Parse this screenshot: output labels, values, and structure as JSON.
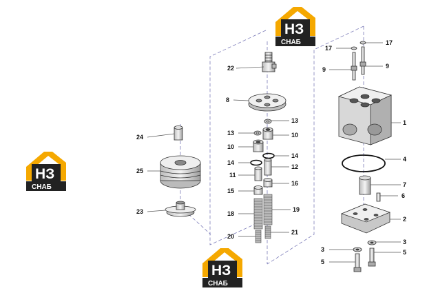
{
  "logo": {
    "letters": "НЗ",
    "subtitle": "СНАБ"
  },
  "callouts": {
    "c1": "1",
    "c2": "2",
    "c3a": "3",
    "c3b": "3",
    "c4": "4",
    "c5a": "5",
    "c5b": "5",
    "c6": "6",
    "c7": "7",
    "c8": "8",
    "c9a": "9",
    "c9b": "9",
    "c10a": "10",
    "c10b": "10",
    "c11": "11",
    "c12": "12",
    "c13a": "13",
    "c13b": "13",
    "c14a": "14",
    "c14b": "14",
    "c15": "15",
    "c16": "16",
    "c17a": "17",
    "c17b": "17",
    "c18": "18",
    "c19": "19",
    "c20": "20",
    "c21": "21",
    "c22": "22",
    "c23": "23",
    "c24": "24",
    "c25": "25"
  },
  "colors": {
    "logo_orange": "#f5a800",
    "logo_dark": "#222222",
    "part_fill": "#e8e8e8",
    "part_dark": "#9a9a9a"
  }
}
